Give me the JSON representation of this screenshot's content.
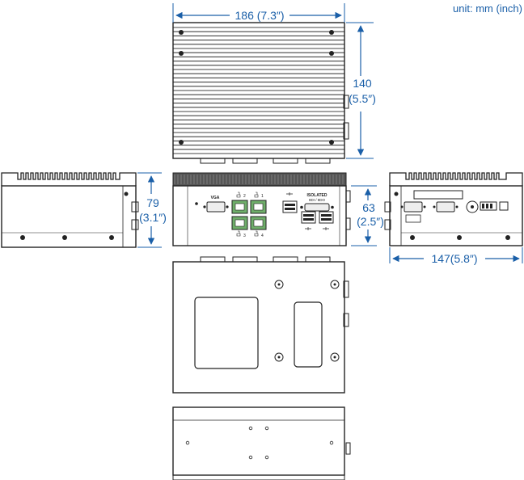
{
  "unit_note": "unit: mm (inch)",
  "dimensions": {
    "top_width": "186 (7.3″)",
    "top_depth_mm": "140",
    "top_depth_in": "(5.5″)",
    "side_height_mm": "79",
    "side_height_in": "(3.1″)",
    "front_height_mm": "63",
    "front_height_in": "(2.5″)",
    "rear_width": "147(5.8″)"
  },
  "port_labels": {
    "vga": "VGA",
    "isolated_1": "ISOLATED",
    "isolated_2": "8DI / 8DO",
    "lan1": "1",
    "lan2": "2",
    "lan3": "3",
    "lan4": "4"
  },
  "colors": {
    "dimension": "#1a5fa8",
    "outline": "#222222",
    "fin": "#444444",
    "panel_dark": "#555555",
    "port_green": "#6fae6a"
  }
}
